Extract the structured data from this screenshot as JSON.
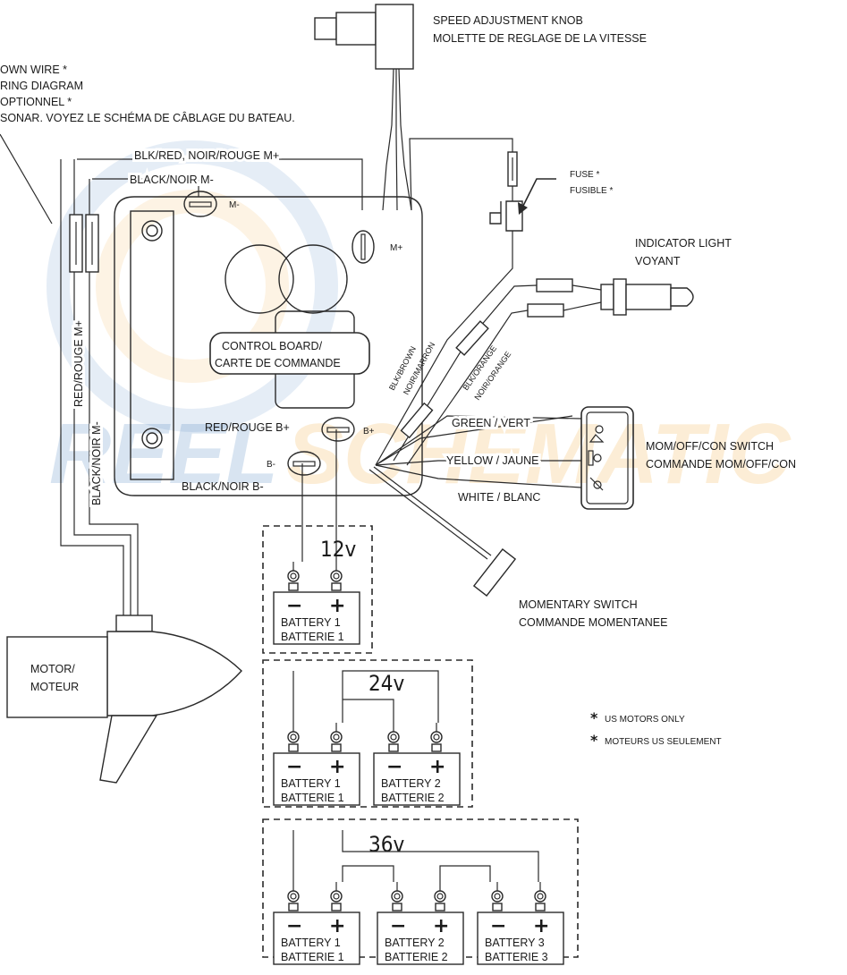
{
  "labels": {
    "speed_knob_en": "SPEED ADJUSTMENT  KNOB",
    "speed_knob_fr": "MOLETTE DE REGLAGE DE LA VITESSE",
    "brown_wire_l1": "OWN WIRE *",
    "brown_wire_l2": "RING DIAGRAM",
    "brown_wire_l3": "OPTIONNEL *",
    "brown_wire_l4": "SONAR. VOYEZ LE SCHÉMA DE CÂBLAGE DU BATEAU.",
    "blk_red_m_plus": "BLK/RED, NOIR/ROUGE M+",
    "black_m_minus": "BLACK/NOIR M-",
    "fuse_en": "FUSE *",
    "fuse_fr": "FUSIBLE *",
    "indicator_en": "INDICATOR LIGHT",
    "indicator_fr": "VOYANT",
    "control_board_l1": "CONTROL BOARD/",
    "control_board_l2": "CARTE DE COMMANDE",
    "terminal_m_minus": "M-",
    "terminal_m_plus": "M+",
    "terminal_b_plus": "B+",
    "terminal_b_minus": "B-",
    "blk_brown_l1": "BLK/BROWN",
    "blk_brown_l2": "NOIR/MARRON",
    "blk_orange_l1": "BLK/ORANGE",
    "blk_orange_l2": "NOIR/ORANGE",
    "red_m_plus": "RED/ROUGE M+",
    "black_m_minus_vert": "BLACK/NOIR M-",
    "red_b_plus": "RED/ROUGE B+",
    "black_b_minus": "BLACK/NOIR B-",
    "green": "GREEN / VERT",
    "yellow": "YELLOW / JAUNE",
    "white": "WHITE / BLANC",
    "switch_en": "MOM/OFF/CON SWITCH",
    "switch_fr": "COMMANDE MOM/OFF/CON",
    "momentary_en": "MOMENTARY SWITCH",
    "momentary_fr": "COMMANDE MOMENTANEE",
    "motor_l1": "MOTOR/",
    "motor_l2": "MOTEUR",
    "us_only_en": "US MOTORS ONLY",
    "us_only_fr": "MOTEURS US SEULEMENT",
    "asterisk": "*",
    "minus": "−",
    "plus": "+"
  },
  "configs": [
    {
      "voltage": "12v",
      "batteries": [
        {
          "en": "BATTERY 1",
          "fr": "BATTERIE 1"
        }
      ]
    },
    {
      "voltage": "24v",
      "batteries": [
        {
          "en": "BATTERY 1",
          "fr": "BATTERIE 1"
        },
        {
          "en": "BATTERY 2",
          "fr": "BATTERIE 2"
        }
      ]
    },
    {
      "voltage": "36v",
      "batteries": [
        {
          "en": "BATTERY 1",
          "fr": "BATTERIE 1"
        },
        {
          "en": "BATTERY 2",
          "fr": "BATTERIE 2"
        },
        {
          "en": "BATTERY 3",
          "fr": "BATTERIE 3"
        }
      ]
    }
  ],
  "watermark": {
    "word1": "REEL",
    "word2": "SCHEMATIC",
    "color1": "#2c6fb3",
    "color2": "#f0a020"
  },
  "colors": {
    "wire": "#2a2a2a"
  }
}
